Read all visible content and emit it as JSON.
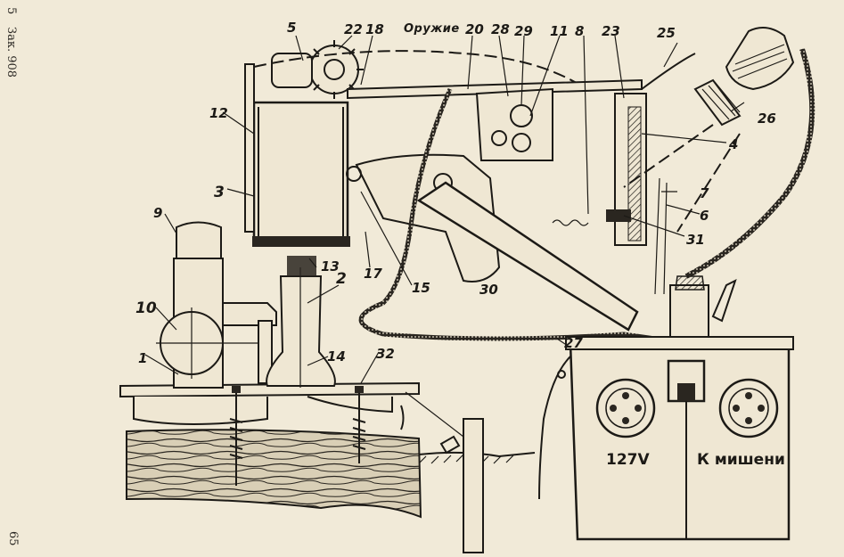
{
  "margin": {
    "signature_number": "5",
    "order_text": "Зак. 908",
    "page_number": "65"
  },
  "diagram": {
    "labels": {
      "weapon": "Оружие",
      "l1": "1",
      "l2": "2",
      "l3": "3",
      "l4": "4",
      "l5": "5",
      "l6": "6",
      "l7": "7",
      "l8": "8",
      "l9": "9",
      "l10": "10",
      "l11": "11",
      "l12": "12",
      "l13": "13",
      "l14": "14",
      "l15": "15",
      "l17": "17",
      "l18": "18",
      "l20": "20",
      "l22": "22",
      "l23": "23",
      "l25": "25",
      "l26": "26",
      "l27": "27",
      "l28": "28",
      "l29": "29",
      "l30": "30",
      "l31": "31",
      "l32": "32"
    },
    "box_labels": {
      "socket_left": "127V",
      "socket_right": "К мишени"
    }
  }
}
